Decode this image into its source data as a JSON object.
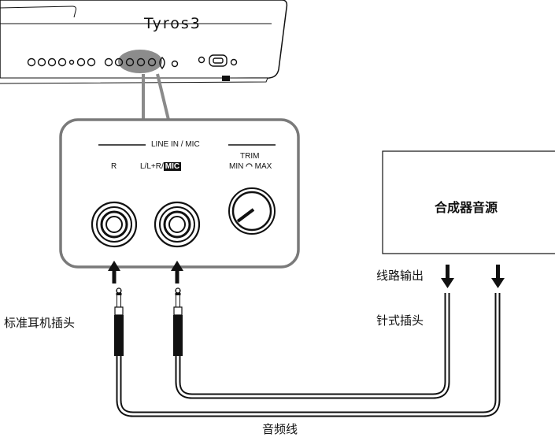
{
  "keyboard": {
    "logo": "Tyros3"
  },
  "panel": {
    "section_title": "LINE IN / MIC",
    "jack_r_label": "R",
    "jack_l_label": "L/L+R/",
    "jack_l_mic": "MIC",
    "trim_title": "TRIM",
    "trim_min": "MIN",
    "trim_max": "MAX"
  },
  "synth": {
    "label": "合成器音源",
    "line_out_label": "线路输出",
    "pin_plug_label": "针式插头"
  },
  "labels": {
    "standard_plug": "标准耳机插头",
    "audio_cable": "音频线"
  },
  "colors": {
    "highlight": "#8c8c8c",
    "stroke": "#111111",
    "panel_border": "#7a7a7a"
  }
}
